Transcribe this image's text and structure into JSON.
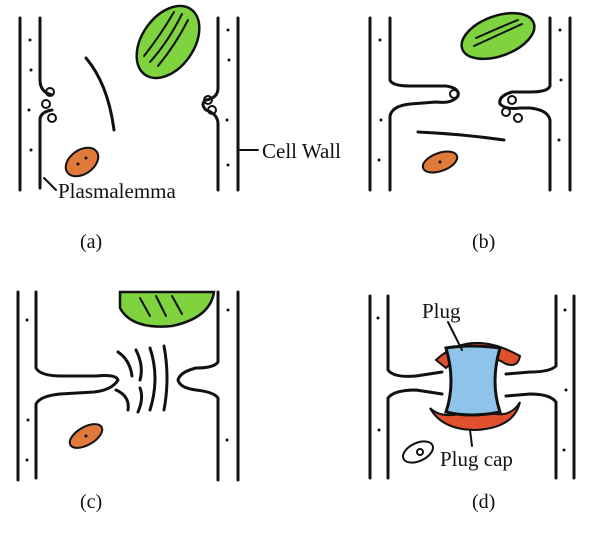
{
  "labels": {
    "cell_wall": "Cell Wall",
    "plasmalemma": "Plasmalemma",
    "plug": "Plug",
    "plug_cap": "Plug cap"
  },
  "panels": [
    {
      "id": "a",
      "caption": "(a)"
    },
    {
      "id": "b",
      "caption": "(b)"
    },
    {
      "id": "c",
      "caption": "(c)"
    },
    {
      "id": "d",
      "caption": "(d)"
    }
  ],
  "colors": {
    "chloroplast": "#7fd33f",
    "chloroplast_lamellae": "#3f7a1a",
    "mitochondrion": "#e07a3a",
    "plug": "#8ec3ea",
    "plug_cap": "#e0502e",
    "outline": "#111111"
  }
}
